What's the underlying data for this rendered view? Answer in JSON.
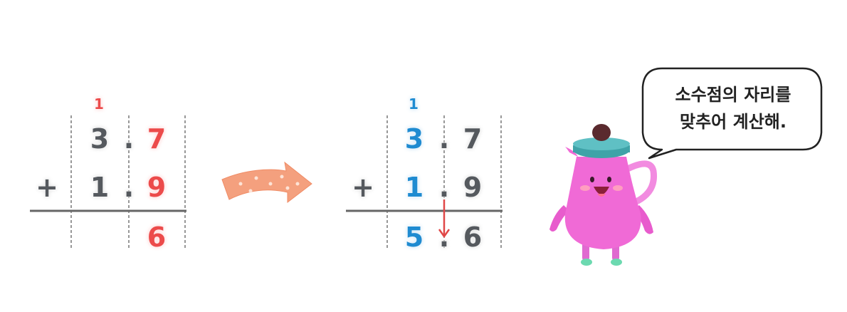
{
  "left_problem": {
    "carry": "1",
    "row1": {
      "ones": "3",
      "dot": ".",
      "tenths": "7"
    },
    "row2": {
      "operator": "+",
      "ones": "1",
      "dot": ".",
      "tenths": "9"
    },
    "result": {
      "tenths": "6"
    }
  },
  "right_problem": {
    "carry": "1",
    "row1": {
      "ones": "3",
      "dot": ".",
      "tenths": "7"
    },
    "row2": {
      "operator": "+",
      "ones": "1",
      "dot": ".",
      "tenths": "9"
    },
    "result": {
      "ones": "5",
      "dot": ".",
      "tenths": "6"
    }
  },
  "speech_bubble": {
    "line1": "소수점의 자리를",
    "line2": "맞추어 계산해."
  },
  "colors": {
    "gray": "#55595e",
    "red": "#ec4b4b",
    "blue": "#1f8bd1",
    "arrow": "#f4a07e",
    "character": "#f06ad6",
    "lid": "#3fa3a8"
  },
  "icons": [
    "right-arrow-icon",
    "down-arrow-icon",
    "teapot-character"
  ]
}
